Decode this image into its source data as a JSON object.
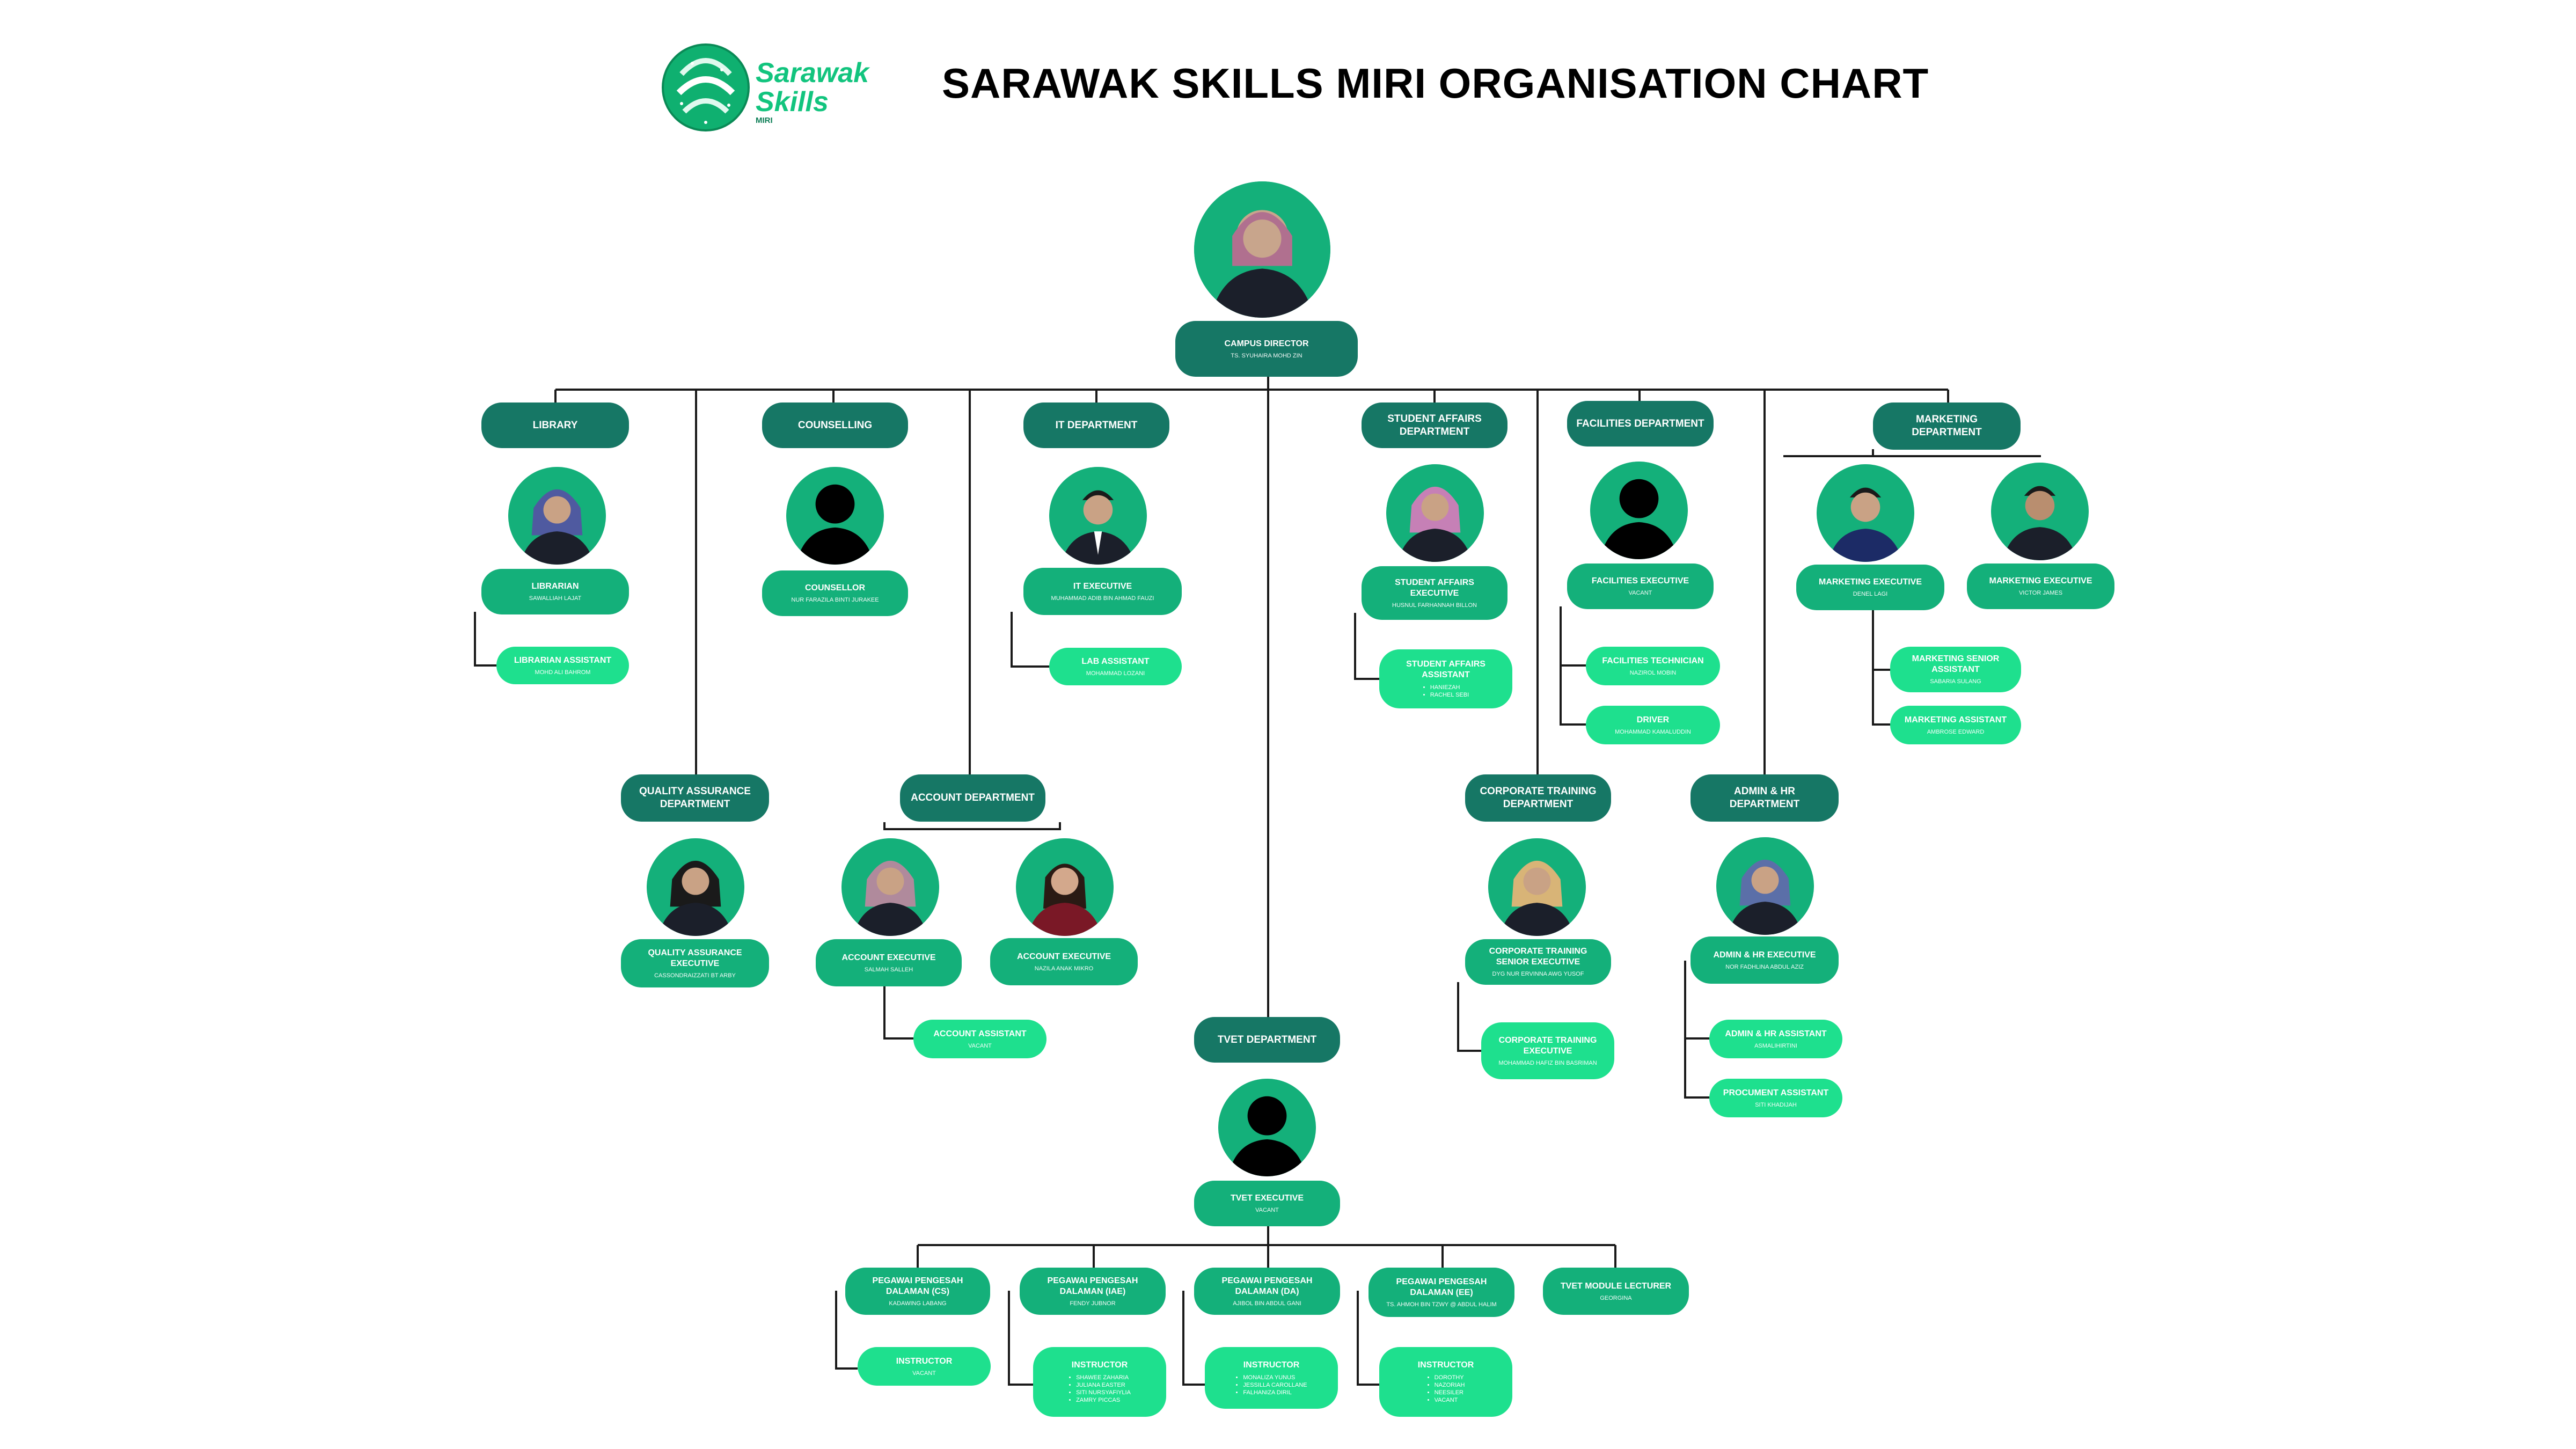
{
  "title": "SARAWAK SKILLS MIRI ORGANISATION CHART",
  "logo": {
    "line1": "Sarawak",
    "line2": "Skills",
    "line3": "MIRI"
  },
  "colors": {
    "dept": "#167765",
    "role": "#14b07a",
    "sub": "#1ee08e",
    "line": "#1a1a1a",
    "accent": "#12c47e"
  },
  "director": {
    "title": "CAMPUS DIRECTOR",
    "name": "TS. SYUHAIRA MOHD ZIN"
  },
  "library": {
    "dept": "LIBRARY",
    "librarian": {
      "title": "LIBRARIAN",
      "name": "SAWALLIAH LAJAT"
    },
    "assistant": {
      "title": "LIBRARIAN ASSISTANT",
      "name": "MOHD ALI BAHROM"
    }
  },
  "counselling": {
    "dept": "COUNSELLING",
    "counsellor": {
      "title": "COUNSELLOR",
      "name": "NUR FARAZILA BINTI JURAKEE"
    }
  },
  "it": {
    "dept": "IT DEPARTMENT",
    "executive": {
      "title": "IT EXECUTIVE",
      "name": "MUHAMMAD ADIB BIN AHMAD FAUZI"
    },
    "lab": {
      "title": "LAB ASSISTANT",
      "name": "MOHAMMAD LOZANI"
    }
  },
  "student_affairs": {
    "dept": "STUDENT AFFAIRS DEPARTMENT",
    "executive": {
      "title": "STUDENT AFFAIRS EXECUTIVE",
      "name": "HUSNUL FARHANNAH BILLON"
    },
    "assistant": {
      "title": "STUDENT AFFAIRS ASSISTANT",
      "names": [
        "HANIEZAH",
        "RACHEL SEBI"
      ]
    }
  },
  "facilities": {
    "dept": "FACILITIES DEPARTMENT",
    "executive": {
      "title": "FACILITIES EXECUTIVE",
      "name": "VACANT"
    },
    "technician": {
      "title": "FACILITIES TECHNICIAN",
      "name": "NAZIROL MOBIN"
    },
    "driver": {
      "title": "DRIVER",
      "name": "MOHAMMAD KAMALUDDIN"
    }
  },
  "marketing": {
    "dept": "MARKETING DEPARTMENT",
    "exec1": {
      "title": "MARKETING EXECUTIVE",
      "name": "DENEL LAGI"
    },
    "exec2": {
      "title": "MARKETING EXECUTIVE",
      "name": "VICTOR JAMES"
    },
    "senior": {
      "title": "MARKETING SENIOR ASSISTANT",
      "name": "SABARIA SULANG"
    },
    "assistant": {
      "title": "MARKETING ASSISTANT",
      "name": "AMBROSE EDWARD"
    }
  },
  "qa": {
    "dept": "QUALITY ASSURANCE DEPARTMENT",
    "executive": {
      "title": "QUALITY ASSURANCE EXECUTIVE",
      "name": "CASSONDRAIZZATI BT ARBY"
    }
  },
  "account": {
    "dept": "ACCOUNT DEPARTMENT",
    "exec1": {
      "title": "ACCOUNT EXECUTIVE",
      "name": "SALMAH SALLEH"
    },
    "exec2": {
      "title": "ACCOUNT EXECUTIVE",
      "name": "NAZILA ANAK MIKRO"
    },
    "assistant": {
      "title": "ACCOUNT ASSISTANT",
      "name": "VACANT"
    }
  },
  "corporate": {
    "dept": "CORPORATE TRAINING DEPARTMENT",
    "senior": {
      "title": "CORPORATE TRAINING SENIOR EXECUTIVE",
      "name": "DYG NUR ERVINNA AWG YUSOF"
    },
    "executive": {
      "title": "CORPORATE TRAINING EXECUTIVE",
      "name": "MOHAMMAD HAFIZ BIN BASRIMAN"
    }
  },
  "admin": {
    "dept": "ADMIN & HR DEPARTMENT",
    "executive": {
      "title": "ADMIN & HR EXECUTIVE",
      "name": "NOR FADHLINA ABDUL AZIZ"
    },
    "assistant": {
      "title": "ADMIN & HR ASSISTANT",
      "name": "ASMALIHIRTINI"
    },
    "procurement": {
      "title": "PROCUMENT ASSISTANT",
      "name": "SITI KHADIJAH"
    }
  },
  "tvet": {
    "dept": "TVET DEPARTMENT",
    "executive": {
      "title": "TVET EXECUTIVE",
      "name": "VACANT"
    },
    "pp_cs": {
      "title": "PEGAWAI PENGESAH DALAMAN (CS)",
      "name": "KADAWING LABANG"
    },
    "pp_iae": {
      "title": "PEGAWAI PENGESAH DALAMAN (IAE)",
      "name": "FENDY JUBNOR"
    },
    "pp_da": {
      "title": "PEGAWAI PENGESAH DALAMAN (DA)",
      "name": "AJIBOL BIN ABDUL GANI"
    },
    "pp_ee": {
      "title": "PEGAWAI PENGESAH DALAMAN (EE)",
      "name": "TS. AHMOH BIN TZWY @ ABDUL HALIM"
    },
    "lecturer": {
      "title": "TVET MODULE LECTURER",
      "name": "GEORGINA"
    },
    "inst_cs": {
      "title": "INSTRUCTOR",
      "name": "VACANT"
    },
    "inst_iae": {
      "title": "INSTRUCTOR",
      "names": [
        "SHAWEE ZAHARIA",
        "JULIANA EASTER",
        "SITI NURSYAFIYLIA",
        "ZAMRY PICCAS"
      ]
    },
    "inst_da": {
      "title": "INSTRUCTOR",
      "names": [
        "MONALIZA YUNUS",
        "JESSILLA CAROLLANE",
        "FALHANIZA DIRIL"
      ]
    },
    "inst_ee": {
      "title": "INSTRUCTOR",
      "names": [
        "DOROTHY",
        "NAZORIAH",
        "NEESILER",
        "VACANT"
      ]
    }
  }
}
